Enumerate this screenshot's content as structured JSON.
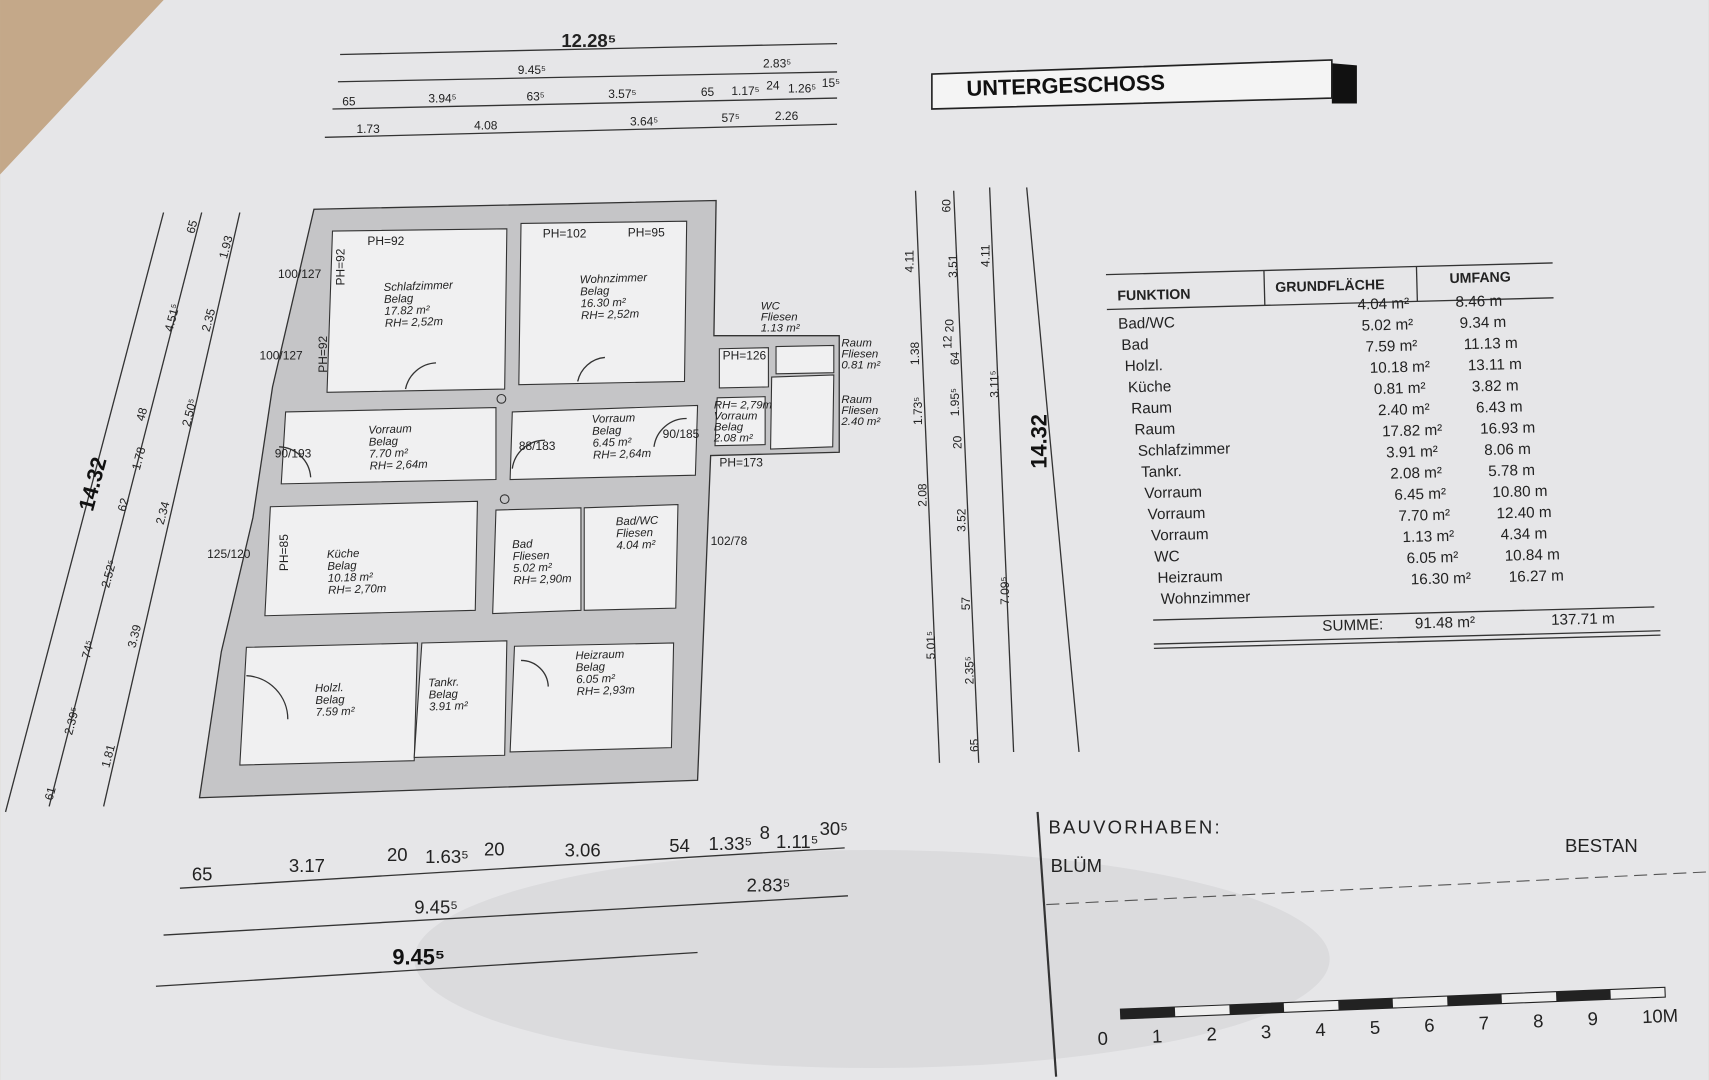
{
  "sheet": {
    "title": "UNTERGESCHOSS",
    "project_label": "BAUVORHABEN:",
    "project_name": "BLÜM",
    "status_partial": "BESTAN"
  },
  "dimensions": {
    "top_total": "12.28⁵",
    "top_row1": [
      "9.45⁵",
      "2.83⁵"
    ],
    "top_row2": [
      "65",
      "3.94⁵",
      "63⁵",
      "3.57⁵",
      "65",
      "1.17⁵",
      "24",
      "1.26⁵",
      "15⁵"
    ],
    "top_row3": [
      "1.73",
      "4.08",
      "3.64⁵",
      "57⁵",
      "2.26"
    ],
    "left_total": "14.32",
    "left_row1": [
      "65",
      "4.51⁵",
      "48",
      "62",
      "74⁵",
      "2.39⁵",
      "61"
    ],
    "left_row2": [
      "1.93",
      "2.35",
      "2.50⁵",
      "1.78",
      "2.34",
      "2.52⁵",
      "3.39",
      "1.81"
    ],
    "right_total": "14.32",
    "right_row1": [
      "4.11",
      "1.38",
      "1.73⁵",
      "2.08",
      "5.01⁵",
      "65"
    ],
    "right_row2": [
      "60",
      "3.51",
      "12",
      "64",
      "20",
      "1.95⁵",
      "20",
      "3.52",
      "57",
      "2.35⁵"
    ],
    "right_row3": [
      "4.11",
      "3.11⁵",
      "7.09⁵"
    ],
    "bottom_row1": [
      "65",
      "3.17",
      "20",
      "1.63⁵",
      "20",
      "3.06",
      "54",
      "1.33⁵",
      "8",
      "1.11⁵",
      "30⁵"
    ],
    "bottom_row2": [
      "9.45⁵",
      "2.83⁵"
    ],
    "bottom_total": "9.45⁵",
    "openings": [
      "100/127",
      "100/127",
      "90/193",
      "125/120",
      "102/78",
      "88/183",
      "90/185",
      "PH=92",
      "PH=92",
      "PH=92",
      "PH=102",
      "PH=95",
      "PH=85",
      "PH=126",
      "PH=173"
    ]
  },
  "rooms": [
    {
      "name": "Schlafzimmer",
      "finish": "Belag",
      "area": "17.82 m²",
      "height": "RH= 2,52m"
    },
    {
      "name": "Wohnzimmer",
      "finish": "Belag",
      "area": "16.30 m²",
      "height": "RH= 2,52m"
    },
    {
      "name": "WC",
      "finish": "Fliesen",
      "area": "1.13 m²",
      "height": ""
    },
    {
      "name": "Raum",
      "finish": "Fliesen",
      "area": "0.81 m²",
      "height": ""
    },
    {
      "name": "Raum",
      "finish": "Fliesen",
      "area": "2.40 m²",
      "height": ""
    },
    {
      "name": "Vorraum",
      "finish": "Belag",
      "area": "7.70 m²",
      "height": "RH= 2,64m"
    },
    {
      "name": "Vorraum",
      "finish": "Belag",
      "area": "6.45 m²",
      "height": "RH= 2,64m"
    },
    {
      "name": "Vorraum",
      "finish": "Belag",
      "area": "2.08 m²",
      "height": "RH= 2,79m"
    },
    {
      "name": "Küche",
      "finish": "Belag",
      "area": "10.18 m²",
      "height": "RH= 2,70m"
    },
    {
      "name": "Bad",
      "finish": "Fliesen",
      "area": "5.02 m²",
      "height": "RH= 2,90m"
    },
    {
      "name": "Bad/WC",
      "finish": "Fliesen",
      "area": "4.04 m²",
      "height": ""
    },
    {
      "name": "Holzl.",
      "finish": "Belag",
      "area": "7.59 m²",
      "height": ""
    },
    {
      "name": "Tankr.",
      "finish": "Belag",
      "area": "3.91 m²",
      "height": ""
    },
    {
      "name": "Heizraum",
      "finish": "Belag",
      "area": "6.05 m²",
      "height": "RH= 2,93m"
    }
  ],
  "area_table": {
    "headers": [
      "FUNKTION",
      "GRUNDFLÄCHE",
      "UMFANG"
    ],
    "rows": [
      [
        "Bad/WC",
        "4.04 m²",
        "8.46 m"
      ],
      [
        "Bad",
        "5.02 m²",
        "9.34 m"
      ],
      [
        "Holzl.",
        "7.59 m²",
        "11.13 m"
      ],
      [
        "Küche",
        "10.18 m²",
        "13.11 m"
      ],
      [
        "Raum",
        "0.81 m²",
        "3.82 m"
      ],
      [
        "Raum",
        "2.40 m²",
        "6.43 m"
      ],
      [
        "Schlafzimmer",
        "17.82 m²",
        "16.93 m"
      ],
      [
        "Tankr.",
        "3.91 m²",
        "8.06 m"
      ],
      [
        "Vorraum",
        "2.08 m²",
        "5.78 m"
      ],
      [
        "Vorraum",
        "6.45 m²",
        "10.80 m"
      ],
      [
        "Vorraum",
        "7.70 m²",
        "12.40 m"
      ],
      [
        "WC",
        "1.13 m²",
        "4.34 m"
      ],
      [
        "Heizraum",
        "6.05 m²",
        "10.84 m"
      ],
      [
        "Wohnzimmer",
        "16.30 m²",
        "16.27 m"
      ]
    ],
    "sum_label": "SUMME:",
    "sum_area": "91.48 m²",
    "sum_perimeter": "137.71 m"
  },
  "scale_bar": {
    "labels": [
      "0",
      "1",
      "2",
      "3",
      "4",
      "5",
      "6",
      "7",
      "8",
      "9",
      "10M"
    ]
  }
}
